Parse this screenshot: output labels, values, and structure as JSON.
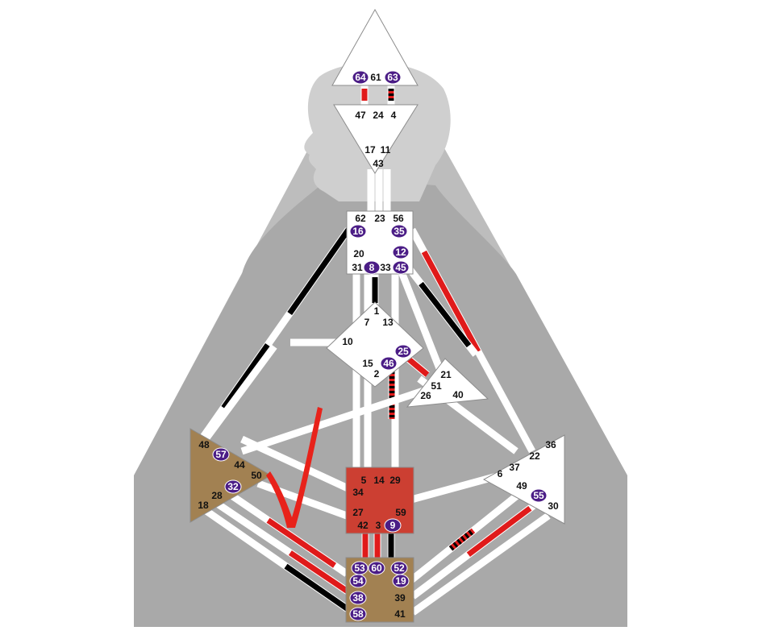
{
  "colors": {
    "background": "#ffffff",
    "silhouette_dark": "#a9a9a9",
    "silhouette_light": "#c8c8c8",
    "center_white": "#ffffff",
    "center_outline": "#8c8c8c",
    "center_defined_tan": "#a28152",
    "center_defined_red": "#cc3f32",
    "channel_black": "#000000",
    "channel_red": "#e01a1a",
    "gate_badge": "#4b1d86",
    "gate_badge_text": "#ffffff",
    "gate_text": "#111111",
    "annotation_checkmark": "#e8221a"
  },
  "centers": [
    {
      "id": "head",
      "shape": "triangle-up",
      "defined": false
    },
    {
      "id": "ajna",
      "shape": "triangle-down",
      "defined": false
    },
    {
      "id": "throat",
      "shape": "square",
      "defined": false
    },
    {
      "id": "g",
      "shape": "diamond",
      "defined": false
    },
    {
      "id": "heart",
      "shape": "triangle",
      "defined": false
    },
    {
      "id": "spleen",
      "shape": "triangle-right",
      "defined": true
    },
    {
      "id": "sacral",
      "shape": "square",
      "defined": true
    },
    {
      "id": "solar-plexus",
      "shape": "triangle-left",
      "defined": false
    },
    {
      "id": "root",
      "shape": "square",
      "defined": true
    }
  ],
  "gates": {
    "head": [
      {
        "n": "64",
        "activated": true
      },
      {
        "n": "61",
        "activated": false
      },
      {
        "n": "63",
        "activated": true
      }
    ],
    "ajna": [
      {
        "n": "47",
        "activated": false
      },
      {
        "n": "24",
        "activated": false
      },
      {
        "n": "4",
        "activated": false
      },
      {
        "n": "17",
        "activated": false
      },
      {
        "n": "11",
        "activated": false
      },
      {
        "n": "43",
        "activated": false
      }
    ],
    "throat": [
      {
        "n": "62",
        "activated": false
      },
      {
        "n": "23",
        "activated": false
      },
      {
        "n": "56",
        "activated": false
      },
      {
        "n": "16",
        "activated": true
      },
      {
        "n": "35",
        "activated": true
      },
      {
        "n": "20",
        "activated": false
      },
      {
        "n": "12",
        "activated": true
      },
      {
        "n": "31",
        "activated": false
      },
      {
        "n": "8",
        "activated": true
      },
      {
        "n": "33",
        "activated": false
      },
      {
        "n": "45",
        "activated": true
      }
    ],
    "g": [
      {
        "n": "1",
        "activated": false
      },
      {
        "n": "7",
        "activated": false
      },
      {
        "n": "13",
        "activated": false
      },
      {
        "n": "10",
        "activated": false
      },
      {
        "n": "25",
        "activated": true
      },
      {
        "n": "15",
        "activated": false
      },
      {
        "n": "46",
        "activated": true
      },
      {
        "n": "2",
        "activated": false
      }
    ],
    "heart": [
      {
        "n": "21",
        "activated": false
      },
      {
        "n": "51",
        "activated": false
      },
      {
        "n": "26",
        "activated": false
      },
      {
        "n": "40",
        "activated": false
      }
    ],
    "spleen": [
      {
        "n": "48",
        "activated": false
      },
      {
        "n": "57",
        "activated": true
      },
      {
        "n": "44",
        "activated": false
      },
      {
        "n": "50",
        "activated": false
      },
      {
        "n": "32",
        "activated": true
      },
      {
        "n": "28",
        "activated": false
      },
      {
        "n": "18",
        "activated": false
      }
    ],
    "sacral": [
      {
        "n": "5",
        "activated": false
      },
      {
        "n": "14",
        "activated": false
      },
      {
        "n": "29",
        "activated": false
      },
      {
        "n": "34",
        "activated": false
      },
      {
        "n": "27",
        "activated": false
      },
      {
        "n": "59",
        "activated": false
      },
      {
        "n": "42",
        "activated": false
      },
      {
        "n": "3",
        "activated": false
      },
      {
        "n": "9",
        "activated": true
      }
    ],
    "solar_plexus": [
      {
        "n": "36",
        "activated": false
      },
      {
        "n": "22",
        "activated": false
      },
      {
        "n": "37",
        "activated": false
      },
      {
        "n": "6",
        "activated": false
      },
      {
        "n": "49",
        "activated": false
      },
      {
        "n": "55",
        "activated": true
      },
      {
        "n": "30",
        "activated": false
      }
    ],
    "root": [
      {
        "n": "53",
        "activated": true
      },
      {
        "n": "60",
        "activated": true
      },
      {
        "n": "52",
        "activated": true
      },
      {
        "n": "54",
        "activated": true
      },
      {
        "n": "19",
        "activated": true
      },
      {
        "n": "38",
        "activated": true
      },
      {
        "n": "39",
        "activated": false
      },
      {
        "n": "58",
        "activated": true
      },
      {
        "n": "41",
        "activated": false
      }
    ]
  },
  "annotation": {
    "type": "checkmark",
    "color": "#e8221a"
  }
}
